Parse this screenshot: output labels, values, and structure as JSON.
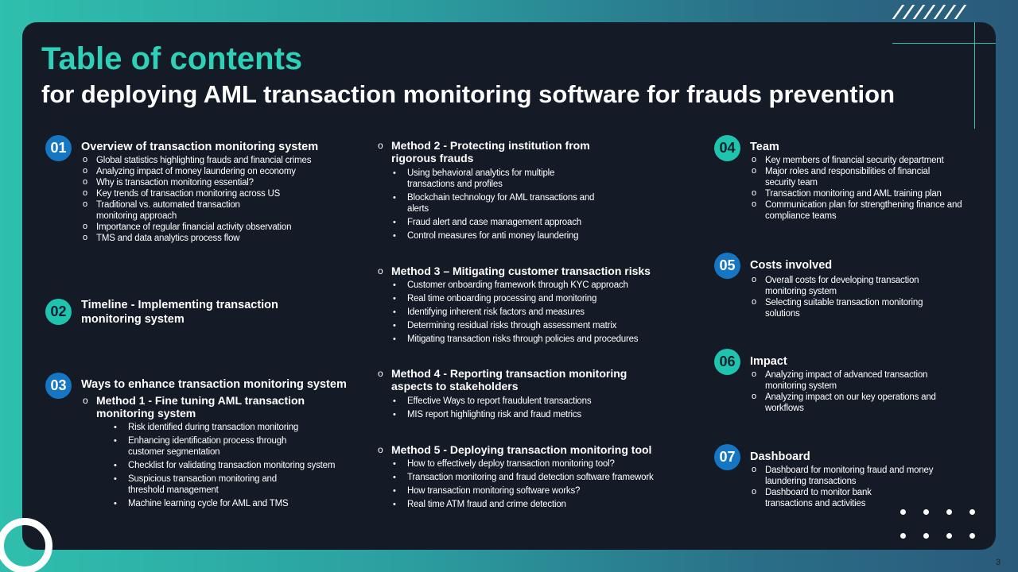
{
  "title": "Table of contents",
  "subtitle": "for deploying AML transaction monitoring software for frauds prevention",
  "page_number": "3",
  "sections": {
    "s01": {
      "num": "01",
      "title": "Overview of transaction monitoring system",
      "items": [
        "Global statistics highlighting frauds and financial crimes",
        "Analyzing impact of money laundering on economy",
        "Why is transaction monitoring essential?",
        "Key trends of transaction monitoring across US",
        "Traditional vs. automated transaction monitoring approach",
        "Importance of regular financial activity observation",
        "TMS and data analytics process flow"
      ]
    },
    "s02": {
      "num": "02",
      "title": "Timeline - Implementing transaction monitoring system"
    },
    "s03": {
      "num": "03",
      "title": "Ways to enhance transaction monitoring system",
      "method1": {
        "title": "Method 1 - Fine tuning AML transaction monitoring system",
        "items": [
          "Risk identified during transaction monitoring",
          "Enhancing identification process through customer segmentation",
          "Checklist for validating transaction monitoring system",
          "Suspicious transaction monitoring and threshold management",
          "Machine learning cycle for AML and TMS"
        ]
      }
    },
    "method2": {
      "title": "Method 2 - Protecting institution from rigorous frauds",
      "items": [
        "Using behavioral analytics for multiple transactions and profiles",
        "Blockchain technology for AML transactions and alerts",
        "Fraud alert and case management approach",
        "Control measures for anti money laundering"
      ]
    },
    "method3": {
      "title": "Method 3 – Mitigating customer transaction risks",
      "items": [
        "Customer onboarding framework through KYC approach",
        "Real time onboarding processing and monitoring",
        "Identifying inherent risk factors and measures",
        "Determining residual risks through assessment matrix",
        "Mitigating transaction risks through policies and procedures"
      ]
    },
    "method4": {
      "title": "Method 4 - Reporting transaction monitoring aspects to stakeholders",
      "items": [
        "Effective Ways to report fraudulent transactions",
        "MIS report highlighting risk and fraud metrics"
      ]
    },
    "method5": {
      "title": "Method 5 - Deploying transaction monitoring tool",
      "items": [
        "How to effectively deploy transaction monitoring tool?",
        "Transaction monitoring and fraud detection software framework",
        "How transaction monitoring software works?",
        "Real time ATM fraud and crime detection"
      ]
    },
    "s04": {
      "num": "04",
      "title": "Team",
      "items": [
        "Key members of financial security department",
        "Major roles and responsibilities of financial security team",
        "Transaction monitoring and AML training plan",
        "Communication plan for strengthening finance and compliance teams"
      ]
    },
    "s05": {
      "num": "05",
      "title": "Costs involved",
      "items": [
        "Overall costs for developing transaction monitoring system",
        "Selecting suitable transaction monitoring solutions"
      ]
    },
    "s06": {
      "num": "06",
      "title": "Impact",
      "items": [
        "Analyzing impact of advanced transaction monitoring system",
        "Analyzing impact on our key operations and workflows"
      ]
    },
    "s07": {
      "num": "07",
      "title": "Dashboard",
      "items": [
        "Dashboard for monitoring fraud and money laundering transactions",
        "Dashboard to monitor bank transactions and activities"
      ]
    }
  }
}
